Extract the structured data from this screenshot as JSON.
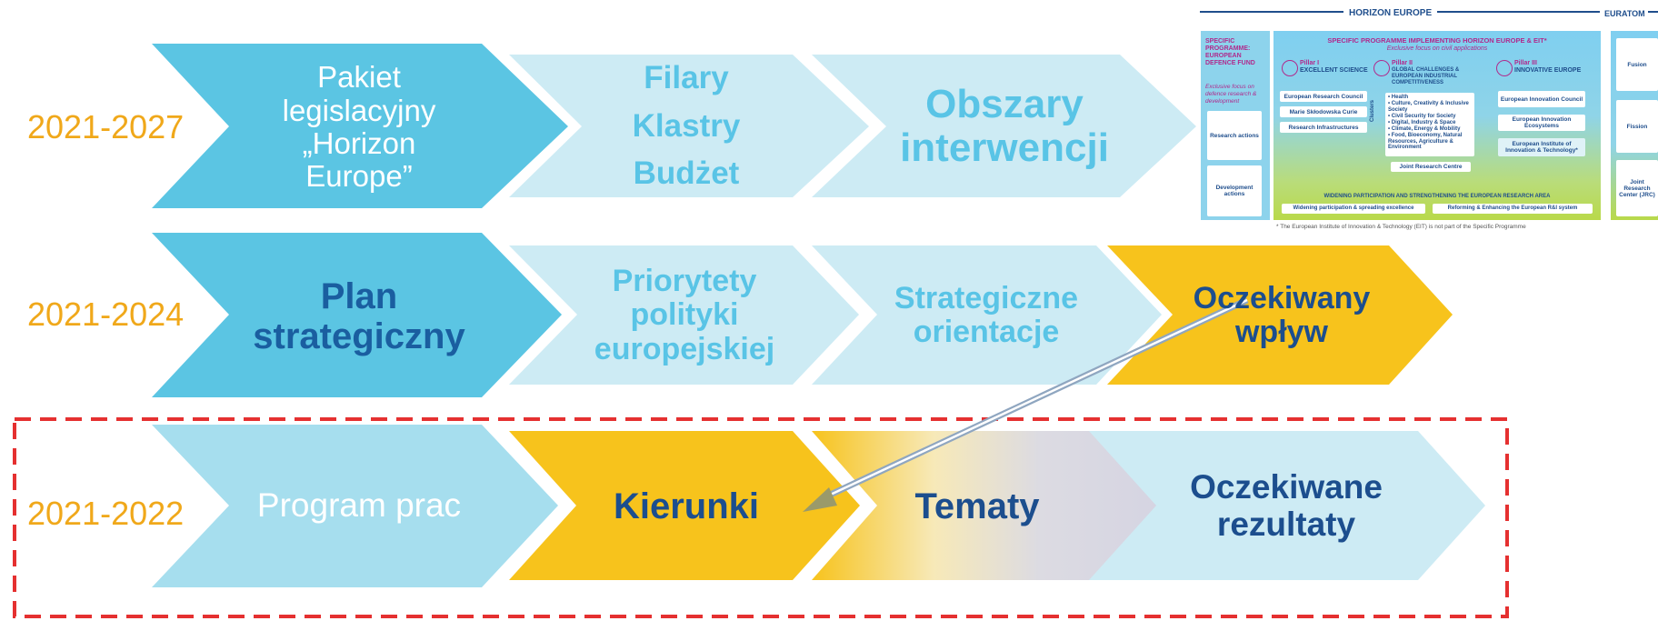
{
  "rows": [
    {
      "year": "2021-2027",
      "stages": [
        {
          "lines": [
            "Pakiet",
            "legislacyjny",
            "„Horizon",
            "Europe”"
          ]
        },
        {
          "lines": [
            "Filary",
            "Klastry",
            "Budżet"
          ]
        },
        {
          "lines": [
            "Obszary",
            "interwencji"
          ]
        }
      ]
    },
    {
      "year": "2021-2024",
      "stages": [
        {
          "lines": [
            "Plan",
            "strategiczny"
          ]
        },
        {
          "lines": [
            "Priorytety",
            "polityki",
            "europejskiej"
          ]
        },
        {
          "lines": [
            "Strategiczne",
            "orientacje"
          ]
        },
        {
          "lines": [
            "Oczekiwany",
            "wpływ"
          ]
        }
      ]
    },
    {
      "year": "2021-2022",
      "stages": [
        {
          "lines": [
            "Program prac"
          ]
        },
        {
          "lines": [
            "Kierunki"
          ]
        },
        {
          "lines": [
            "Tematy"
          ]
        },
        {
          "lines": [
            "Oczekiwane",
            "rezultaty"
          ]
        }
      ]
    }
  ],
  "colors": {
    "year": "#f0a81a",
    "chevron_dark": "#5bc5e3",
    "chevron_light": "#cdebf4",
    "chevron_pale": "#a6deee",
    "chevron_yellow": "#f7c31c",
    "dashed_frame": "#e53030",
    "arrow": "#8fa6c0"
  },
  "inset": {
    "header_left": "HORIZON EUROPE",
    "header_right": "EURATOM",
    "left_col": {
      "title": "SPECIFIC PROGRAMME: EUROPEAN DEFENCE FUND",
      "subtitle": "Exclusive focus on defence research & development",
      "box1": "Research actions",
      "box2": "Development actions"
    },
    "main": {
      "title": "SPECIFIC PROGRAMME IMPLEMENTING HORIZON EUROPE & EIT*",
      "subtitle": "Exclusive focus on civil applications",
      "pillar1": {
        "name": "Pillar I",
        "title": "EXCELLENT SCIENCE",
        "items": [
          "European Research Council",
          "Marie Skłodowska Curie",
          "Research Infrastructures"
        ]
      },
      "pillar2": {
        "name": "Pillar II",
        "title": "GLOBAL CHALLENGES & EUROPEAN INDUSTRIAL COMPETITIVENESS",
        "clusters_label": "Clusters",
        "items": [
          "• Health",
          "• Culture, Creativity & Inclusive Society",
          "• Civil Security for Society",
          "• Digital, Industry & Space",
          "• Climate, Energy & Mobility",
          "• Food, Bioeconomy, Natural Resources, Agriculture & Environment"
        ],
        "jrc": "Joint Research Centre"
      },
      "pillar3": {
        "name": "Pillar III",
        "title": "INNOVATIVE EUROPE",
        "items": [
          "European Innovation Council",
          "European Innovation Ecosystems",
          "European Institute of Innovation & Technology*"
        ]
      },
      "widening_title": "WIDENING PARTICIPATION AND STRENGTHENING THE EUROPEAN RESEARCH AREA",
      "widening_left": "Widening participation & spreading excellence",
      "widening_right": "Reforming & Enhancing the European R&I system"
    },
    "euratom": [
      "Fusion",
      "Fission",
      "Joint Research Center (JRC)"
    ],
    "footnote": "* The European Institute of Innovation & Technology (EIT) is not part of the Specific Programme"
  }
}
